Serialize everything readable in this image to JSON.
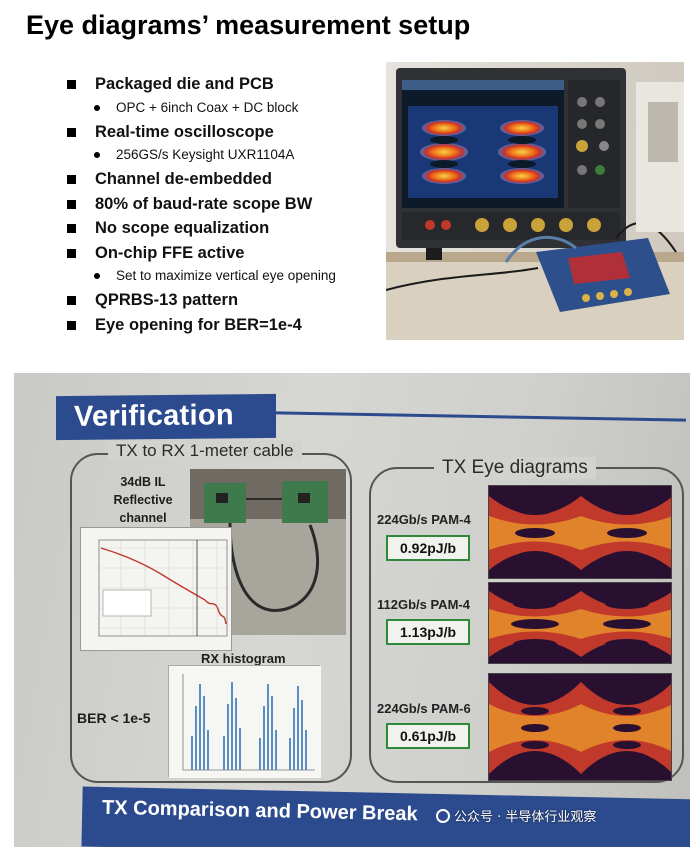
{
  "slide": {
    "title": "Eye diagrams’ measurement setup",
    "bullets": [
      {
        "text": "Packaged die and PCB",
        "sub": [
          "OPC + 6inch Coax + DC block"
        ]
      },
      {
        "text": "Real-time oscilloscope",
        "sub": [
          "256GS/s Keysight UXR1104A"
        ]
      },
      {
        "text": "Channel de-embedded",
        "sub": []
      },
      {
        "text": "80% of baud-rate scope BW",
        "sub": []
      },
      {
        "text": "No scope equalization",
        "sub": []
      },
      {
        "text": "On-chip FFE active",
        "sub": [
          "Set to maximize vertical eye opening"
        ]
      },
      {
        "text": "QPRBS-13 pattern",
        "sub": []
      },
      {
        "text": "Eye opening for BER=1e-4",
        "sub": []
      }
    ]
  },
  "poster": {
    "title": "Verification",
    "left_panel": {
      "title": "TX to RX 1-meter cable",
      "il_line1": "34dB IL",
      "il_line2": "Reflective",
      "il_line3": "channel",
      "histogram_title": "RX histogram",
      "ber": "BER < 1e-5"
    },
    "right_panel": {
      "title": "TX Eye diagrams",
      "eyes": [
        {
          "rate": "224Gb/s PAM-4",
          "energy": "0.92pJ/b"
        },
        {
          "rate": "112Gb/s PAM-4",
          "energy": "1.13pJ/b"
        },
        {
          "rate": "224Gb/s PAM-6",
          "energy": "0.61pJ/b"
        }
      ]
    },
    "bottom_banner": "TX Comparison and Power Break"
  },
  "watermark": "公众号 · 半导体行业观察",
  "colors": {
    "poster_blue": "#2c4b8e",
    "energy_box_border": "#2e8a3a"
  }
}
